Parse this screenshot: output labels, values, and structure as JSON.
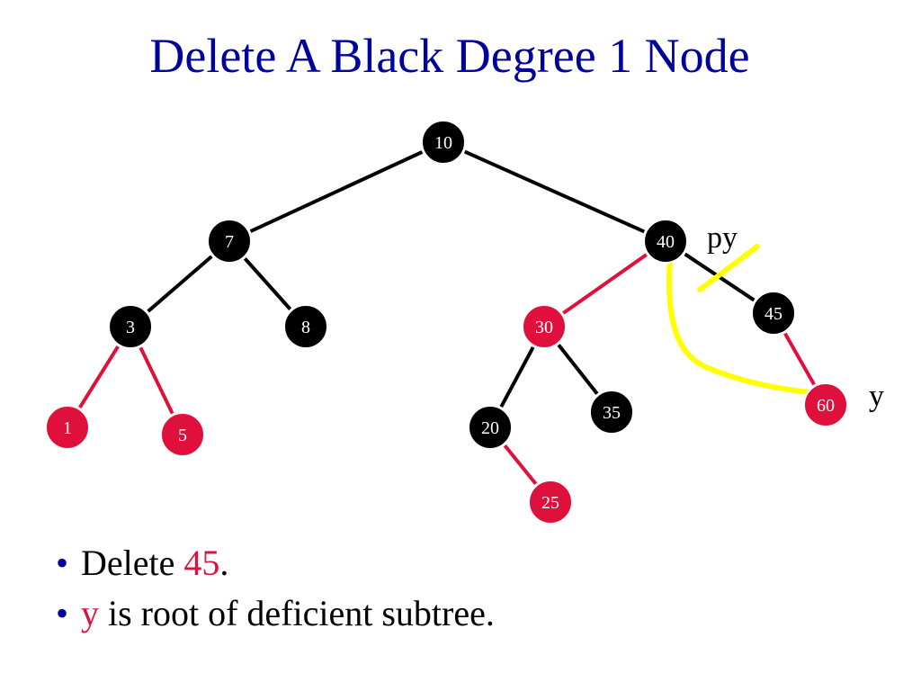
{
  "title": "Delete A Black Degree 1 Node",
  "colors": {
    "title": "#00009c",
    "black_node": "#000000",
    "red_node": "#e0103c",
    "red_edge": "#e0103c",
    "black_edge": "#000000",
    "highlight": "#ffff00"
  },
  "tree": {
    "nodes": [
      {
        "id": "n10",
        "label": "10",
        "color": "black"
      },
      {
        "id": "n7",
        "label": "7",
        "color": "black"
      },
      {
        "id": "n40",
        "label": "40",
        "color": "black"
      },
      {
        "id": "n3",
        "label": "3",
        "color": "black"
      },
      {
        "id": "n8",
        "label": "8",
        "color": "black"
      },
      {
        "id": "n30",
        "label": "30",
        "color": "red"
      },
      {
        "id": "n45",
        "label": "45",
        "color": "black"
      },
      {
        "id": "n1",
        "label": "1",
        "color": "red"
      },
      {
        "id": "n5",
        "label": "5",
        "color": "red"
      },
      {
        "id": "n20",
        "label": "20",
        "color": "black"
      },
      {
        "id": "n35",
        "label": "35",
        "color": "black"
      },
      {
        "id": "n60",
        "label": "60",
        "color": "red"
      },
      {
        "id": "n25",
        "label": "25",
        "color": "red"
      }
    ],
    "edges": [
      {
        "from": "n10",
        "to": "n7",
        "color": "black"
      },
      {
        "from": "n10",
        "to": "n40",
        "color": "black"
      },
      {
        "from": "n7",
        "to": "n3",
        "color": "black"
      },
      {
        "from": "n7",
        "to": "n8",
        "color": "black"
      },
      {
        "from": "n40",
        "to": "n30",
        "color": "red"
      },
      {
        "from": "n40",
        "to": "n45",
        "color": "black"
      },
      {
        "from": "n3",
        "to": "n1",
        "color": "red"
      },
      {
        "from": "n3",
        "to": "n5",
        "color": "red"
      },
      {
        "from": "n30",
        "to": "n20",
        "color": "black"
      },
      {
        "from": "n30",
        "to": "n35",
        "color": "black"
      },
      {
        "from": "n45",
        "to": "n60",
        "color": "red"
      },
      {
        "from": "n20",
        "to": "n25",
        "color": "red"
      }
    ],
    "annotations": {
      "py_label": "py",
      "y_label": "y"
    }
  },
  "bullets": {
    "item1": {
      "before": "Delete ",
      "accent": "45",
      "after": "."
    },
    "item2": {
      "accent": "y",
      "after": " is root of deficient subtree."
    }
  }
}
